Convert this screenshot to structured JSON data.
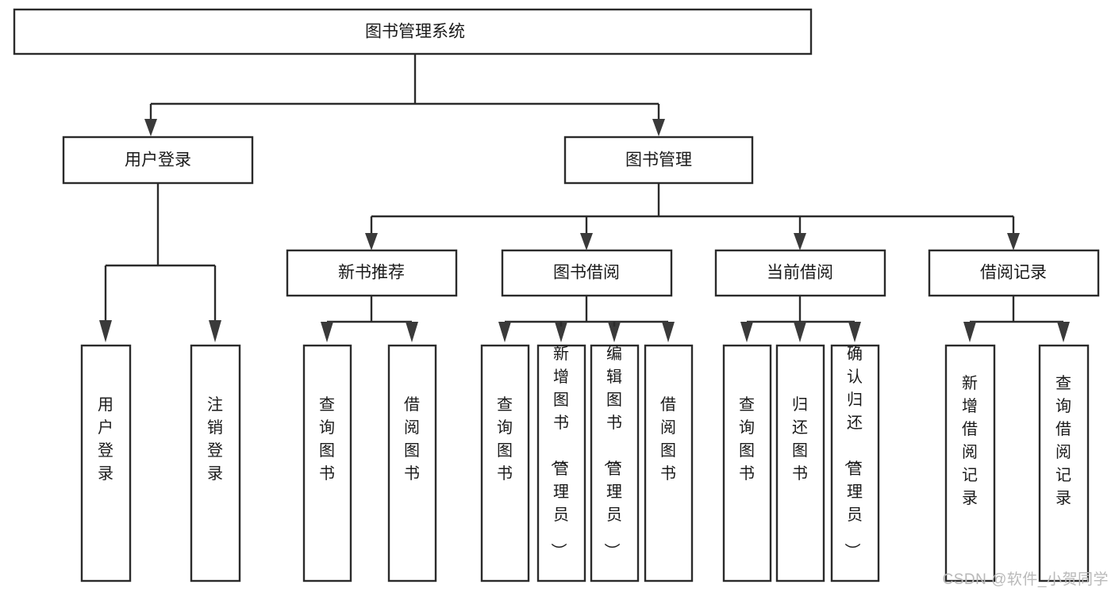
{
  "diagram": {
    "type": "tree-hierarchy-chart",
    "title": "图书管理系统",
    "watermark": "CSDN @软件_小贺同学",
    "colors": {
      "box_fill": "#ffffff",
      "box_stroke": "#2b2b2b",
      "connector": "#2b2b2b",
      "arrow": "#3a3a3a",
      "text": "#1a1a1a",
      "watermark": "#b9b9b9",
      "background": "#ffffff"
    },
    "root": {
      "label": "图书管理系统"
    },
    "level2": [
      {
        "label": "用户登录"
      },
      {
        "label": "图书管理"
      }
    ],
    "level3": [
      {
        "label": "新书推荐"
      },
      {
        "label": "图书借阅"
      },
      {
        "label": "当前借阅"
      },
      {
        "label": "借阅记录"
      }
    ],
    "leaves": {
      "user_login": [
        {
          "label": "用户登录"
        },
        {
          "label": "注销登录"
        }
      ],
      "new_book_recommend": [
        {
          "label": "查询图书"
        },
        {
          "label": "借阅图书"
        }
      ],
      "book_borrow": [
        {
          "label": "查询图书"
        },
        {
          "label": "新增图书（管理员）"
        },
        {
          "label": "编辑图书（管理员）"
        },
        {
          "label": "借阅图书"
        }
      ],
      "current_borrow": [
        {
          "label": "查询图书"
        },
        {
          "label": "归还图书"
        },
        {
          "label": "确认归还（管理员）"
        }
      ],
      "borrow_record": [
        {
          "label": "新增借阅记录"
        },
        {
          "label": "查询借阅记录"
        }
      ]
    }
  }
}
